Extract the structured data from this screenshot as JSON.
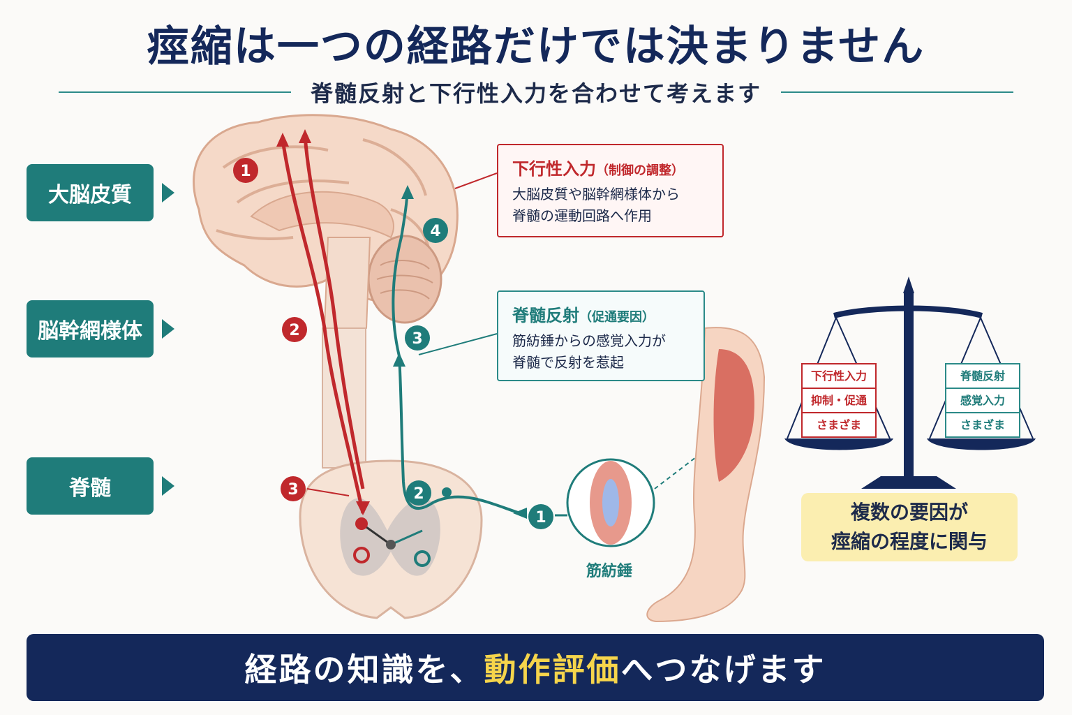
{
  "header": {
    "title": "痙縮は一つの経路だけでは決まりません",
    "subtitle": "脊髄反射と下行性入力を合わせて考えます"
  },
  "levels": [
    "大脳皮質",
    "脳幹網様体",
    "脊髄"
  ],
  "descending_box": {
    "title": "下行性入力",
    "note": "（制御の調整）",
    "lines": [
      "大脳皮質や脳幹網様体から",
      "脊髄の運動回路へ作用"
    ]
  },
  "reflex_box": {
    "title": "脊髄反射",
    "note": "（促通要因）",
    "lines": [
      "筋紡錘からの感覚入力が",
      "脊髄で反射を惹起"
    ]
  },
  "markers": {
    "red": [
      "1",
      "2",
      "3"
    ],
    "teal": [
      "1",
      "2",
      "3",
      "4"
    ]
  },
  "spindle_label": "筋紡錘",
  "scale": {
    "left": [
      "下行性入力",
      "抑制・促通",
      "さまざま"
    ],
    "right": [
      "脊髄反射",
      "感覚入力",
      "さまざま"
    ]
  },
  "note_box": [
    "複数の要因が",
    "痙縮の程度に関与"
  ],
  "banner": {
    "before": "経路の知識を、",
    "highlight": "動作評価",
    "after": "へつなげます"
  },
  "colors": {
    "navy": "#14285a",
    "teal": "#1f7c7a",
    "red": "#c0282c",
    "yellow": "#f6d54b"
  }
}
